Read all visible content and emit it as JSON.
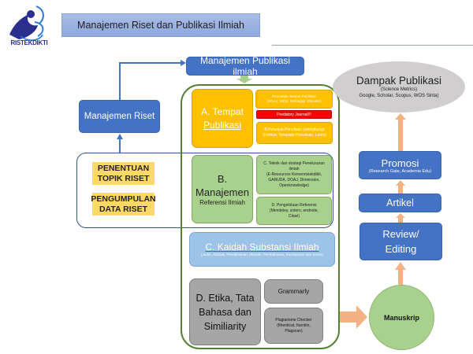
{
  "logo": {
    "text": "RISTEKDIKTI",
    "icon": "ristekdikti-logo-icon"
  },
  "header": {
    "title": "Manajemen Riset dan Publikasi Ilmiah"
  },
  "left": {
    "manajemen_riset": "Manajemen Riset",
    "tags": [
      {
        "line1": "PENENTUAN",
        "line2": "TOPIK RISET"
      },
      {
        "line1": "PENGUMPULAN",
        "line2": "DATA RISET"
      }
    ]
  },
  "center": {
    "manajemen_publikasi": "Manajemen Publikasi ilmiah",
    "a": {
      "title_line1": "A. Tempat",
      "title_line2": "Publikasi",
      "item1_line1": "Pencarian Tempat Publikasi",
      "item1_line2": "(DOAJ, WOS, Scimagojr, Elsevier)",
      "predatory": "Predatory Journal!!!",
      "item2_line1": "B.Petunjuk Penulisan (selingkung)",
      "item2_line2": "(Format, Template Penulisan, Latex)"
    },
    "b": {
      "title_line1": "B.",
      "title_line2": "Manajemen",
      "subtitle": "Referensi Ilmiah",
      "c_line1": "C. Teknik dan strategi Penelusuran",
      "c_line2": "ilmiah",
      "c_line3": "(E-Resources Kemenristekdikti,",
      "c_line4": "GARUDA, DOAJ, Dimension,",
      "c_line5": "Openknowledge)",
      "d_line1": "D. Pengelolaan Referensi",
      "d_line2": "(Mendeley, zotero, endnote,",
      "d_line3": "Citavi)"
    },
    "c": {
      "title": "C. Kaidah Substansi Ilmiah",
      "subtitle": "(Judul, Abstrak, Pendahuluan, Metode, Pembahasan, Kesimpulan dan Saran)"
    },
    "d": {
      "title_line1": "D. Etika, Tata",
      "title_line2": "Bahasa dan",
      "title_line3": "Similiarity",
      "grammarly": "Grammarly",
      "plag_line1": "Plagiarisme Checker",
      "plag_line2": "(Ithenticat, Iturnitin,",
      "plag_line3": "Plagscan)"
    }
  },
  "right": {
    "dampak": {
      "title": "Dampak Publikasi",
      "line1": "(Science Metrics)",
      "line2": "Google, Scholar, Scopus, WOS Sinta)"
    },
    "promosi": {
      "title": "Promosi",
      "subtitle": "(Research Gate, Academia Edu)"
    },
    "artikel": "Artikel",
    "review_line1": "Review/",
    "review_line2": "Editing",
    "manuskrip": "Manuskrip"
  },
  "colors": {
    "blue": "#4472c4",
    "orange": "#ffc000",
    "green": "#a9d18e",
    "red": "#ff0000",
    "grey": "#a6a6a6",
    "arrow": "#f4b183",
    "frame_green": "#548235"
  }
}
